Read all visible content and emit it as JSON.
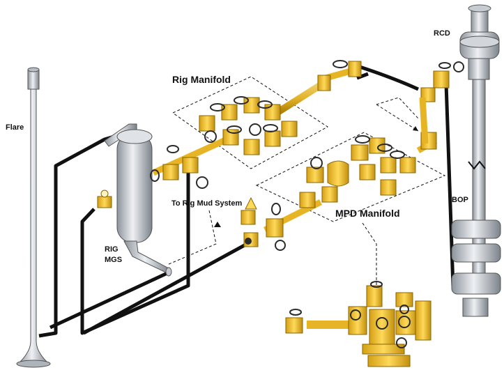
{
  "labels": {
    "flare": "Flare",
    "rig_manifold": "Rig Manifold",
    "to_rig_mud_system": "To Rig Mud System",
    "rig_mgs_line1": "RIG",
    "rig_mgs_line2": "MGS",
    "mpd_manifold": "MPD Manifold",
    "rcd": "RCD",
    "bop": "BOP"
  },
  "colors": {
    "pipe_black": "#111111",
    "valve_yellow": "#f2c230",
    "valve_yellow_dark": "#c99a12",
    "steel_light": "#d5d9df",
    "steel_mid": "#9aa1aa",
    "steel_dark": "#5f656d",
    "handwheel": "#2b2b2b"
  }
}
